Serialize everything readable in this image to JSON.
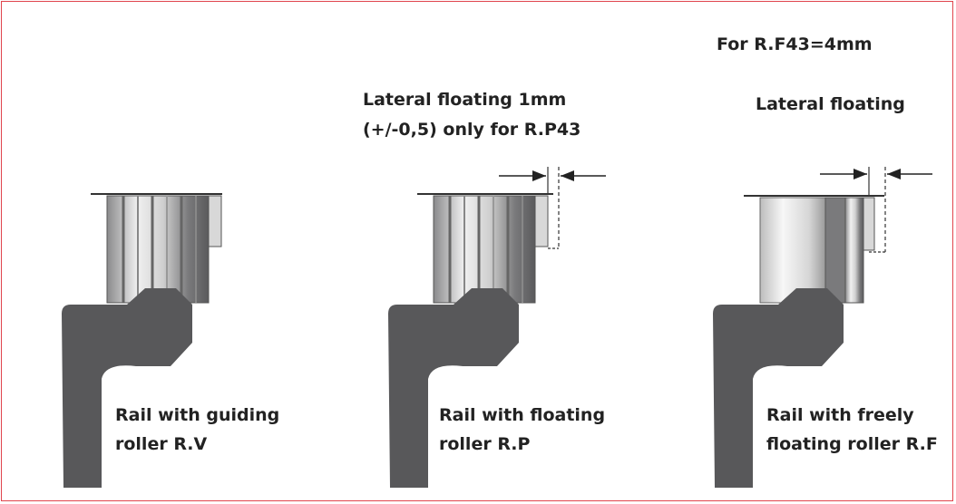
{
  "header": {
    "note": "For R.F43=4mm"
  },
  "panels": [
    {
      "heading": [],
      "caption": [
        "Rail with guiding",
        "roller R.V"
      ]
    },
    {
      "heading": [
        "Lateral floating 1mm",
        "(+/-0,5) only for R.P43"
      ],
      "caption": [
        "Rail with floating",
        "roller R.P"
      ]
    },
    {
      "heading": [
        "Lateral floating"
      ],
      "caption": [
        "Rail with freely",
        "floating roller R.F"
      ]
    }
  ],
  "colors": {
    "frame": "#e0444c",
    "rail": "#58585a",
    "roller_dark": "#6a6a6c",
    "roller_light": "#e2e2e2",
    "text": "#222222"
  }
}
